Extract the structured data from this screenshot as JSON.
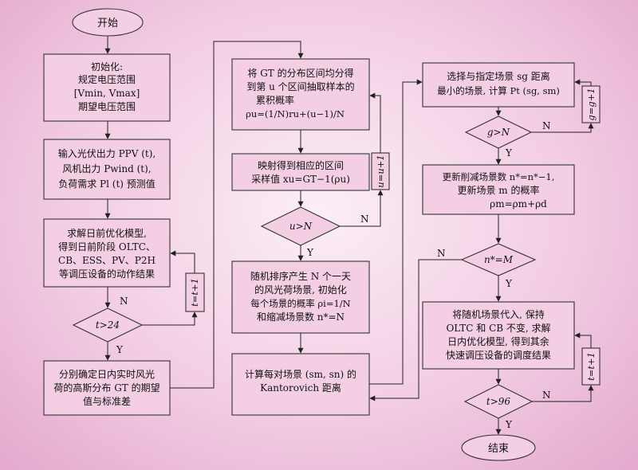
{
  "diagram": {
    "start": {
      "label": "开始"
    },
    "end": {
      "label": "结束"
    },
    "init": {
      "lines": [
        "初始化:",
        "规定电压范围",
        "[Vmin, Vmax]",
        "期望电压范围"
      ]
    },
    "input": {
      "lines": [
        "输入光伏出力 PPV (t),",
        "风机出力 Pwind (t),",
        "负荷需求 Pl (t) 预测值"
      ]
    },
    "dayahead": {
      "lines": [
        "求解日前优化模型,",
        "得到日前阶段 OLTC、",
        "CB、ESS、PV、P2H",
        "等调压设备的动作结果"
      ]
    },
    "t24": {
      "label": "t>24"
    },
    "tinc1": {
      "label": "t=t+1"
    },
    "gauss": {
      "lines": [
        "分别确定日内实时风光",
        "荷的高斯分布 GT 的期望",
        "值与标准差"
      ]
    },
    "split": {
      "lines": [
        "将 GT 的分布区间均分得",
        "到第 u 个区间抽取样本的",
        "累积概率",
        "ρu=(1/N)ru+(u−1)/N"
      ]
    },
    "map": {
      "lines": [
        "映射得到相应的区间",
        "采样值 xu=GT−1(ρu)"
      ]
    },
    "uN": {
      "label": "u>N"
    },
    "uinc": {
      "label": "u=u+1"
    },
    "sort": {
      "lines": [
        "随机排序产生 N 个一天",
        "的风光荷场景, 初始化",
        "每个场景的概率 ρi=1/N",
        "和缩减场景数 n*=N"
      ]
    },
    "kanto": {
      "lines": [
        "计算每对场景 (sm, sn) 的",
        "Kantorovich 距离"
      ]
    },
    "select": {
      "lines": [
        "选择与指定场景 sg 距离",
        "最小的场景, 计算 Pt (sg, sm)"
      ]
    },
    "gN": {
      "label": "g>N"
    },
    "ginc": {
      "label": "g=g+1"
    },
    "update": {
      "lines": [
        "更新削减场景数 n*=n*−1,",
        "更新场景 m 的概率",
        "ρm=ρm+ρd"
      ]
    },
    "nM": {
      "label": "n*=M"
    },
    "intraday": {
      "lines": [
        "将随机场景代入, 保持",
        "OLTC 和 CB 不变, 求解",
        "日内优化模型, 得到其余",
        "快速调压设备的调度结果"
      ]
    },
    "t96": {
      "label": "t>96"
    },
    "tinc2": {
      "label": "t=t+1"
    },
    "yes": "Y",
    "no": "N"
  }
}
